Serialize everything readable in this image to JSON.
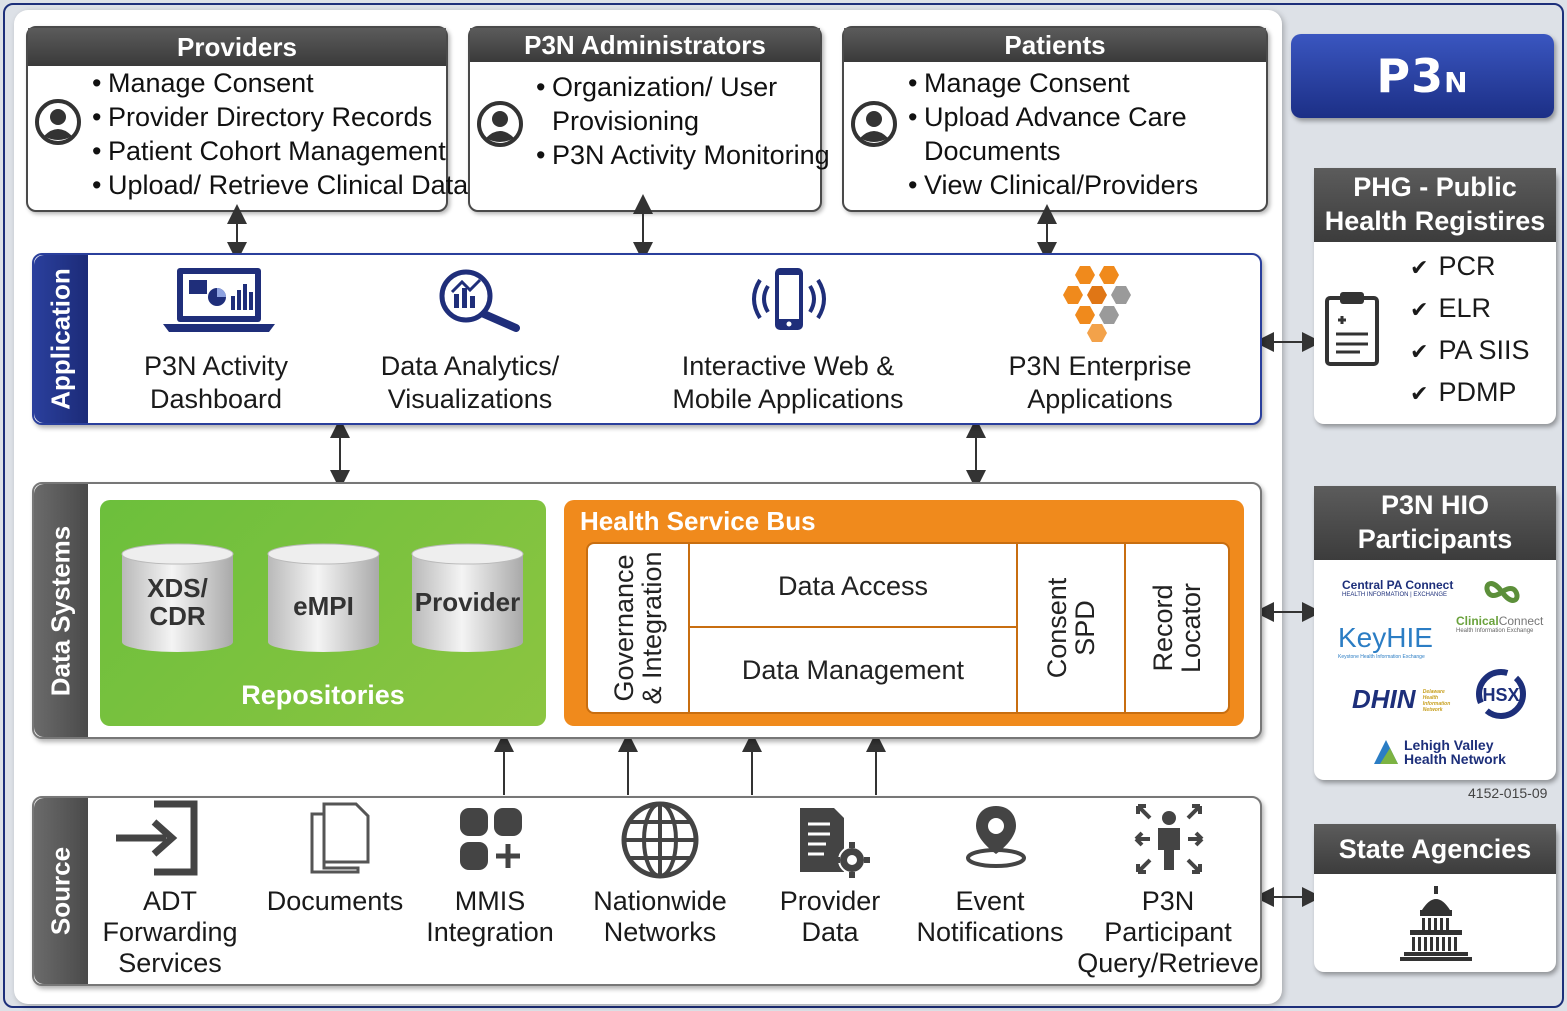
{
  "providers": {
    "title": "Providers",
    "items": [
      "Manage Consent",
      "Provider Directory Records",
      "Patient Cohort Management",
      "Upload/ Retrieve Clinical Data"
    ]
  },
  "administrators": {
    "title": "P3N Administrators",
    "items": [
      "Organization/ User",
      "Provisioning",
      "P3N Activity Monitoring"
    ]
  },
  "patients": {
    "title": "Patients",
    "items": [
      "Manage Consent",
      "Upload Advance Care",
      "Documents",
      "View Clinical/Providers"
    ]
  },
  "application": {
    "tab_label": "Application",
    "items": [
      {
        "line1": "P3N Activity",
        "line2": "Dashboard",
        "icon": "laptop-dashboard-icon"
      },
      {
        "line1": "Data Analytics/",
        "line2": "Visualizations",
        "icon": "analytics-magnifier-icon"
      },
      {
        "line1": "Interactive Web &",
        "line2": "Mobile Applications",
        "icon": "mobile-phone-icon"
      },
      {
        "line1": "P3N Enterprise",
        "line2": "Applications",
        "icon": "hexagon-cluster-icon"
      }
    ]
  },
  "data_systems": {
    "tab_label": "Data Systems",
    "repositories": {
      "title": "Repositories",
      "items": [
        {
          "line1": "XDS/",
          "line2": "CDR"
        },
        {
          "line1": "eMPI",
          "line2": ""
        },
        {
          "line1": "Provider",
          "line2": ""
        }
      ]
    },
    "health_service_bus": {
      "title": "Health Service Bus",
      "governance_line1": "Governance",
      "governance_line2": "& Integration",
      "data_access": "Data Access",
      "data_management": "Data Management",
      "consent_line1": "Consent",
      "consent_line2": "SPD",
      "record_line1": "Record",
      "record_line2": "Locator"
    }
  },
  "source": {
    "tab_label": "Source",
    "items": [
      {
        "lines": [
          "ADT",
          "Forwarding",
          "Services"
        ],
        "icon": "enter-arrow-icon"
      },
      {
        "lines": [
          "Documents"
        ],
        "icon": "documents-icon"
      },
      {
        "lines": [
          "MMIS",
          "Integration"
        ],
        "icon": "integration-blocks-icon"
      },
      {
        "lines": [
          "Nationwide",
          "Networks"
        ],
        "icon": "globe-icon"
      },
      {
        "lines": [
          "Provider",
          "Data"
        ],
        "icon": "document-gear-icon"
      },
      {
        "lines": [
          "Event",
          "Notifications"
        ],
        "icon": "map-pin-icon"
      },
      {
        "lines": [
          "P3N",
          "Participant",
          "Query/Retrieve"
        ],
        "icon": "person-arrows-icon"
      }
    ]
  },
  "logo": {
    "main": "P3",
    "sub": "N"
  },
  "phg": {
    "title_line1": "PHG - Public",
    "title_line2": "Health Registires",
    "items": [
      "PCR",
      "ELR",
      "PA SIIS",
      "PDMP"
    ]
  },
  "hio": {
    "title_line1": "P3N HIO",
    "title_line2": "Participants",
    "logos": {
      "central_pa": "Central PA Connect",
      "central_pa_sub": "HEALTH INFORMATION | EXCHANGE",
      "clinical_connect_a": "Clinical",
      "clinical_connect_b": "Connect",
      "clinical_connect_sub": "Health Information Exchange",
      "keyhie": "KeyHIE",
      "keyhie_sub": "Keystone Health Information Exchange",
      "dhin": "DHIN",
      "dhin_sub": "Delaware Health Information Network",
      "hsx": "HSX",
      "lehigh_line1": "Lehigh Valley",
      "lehigh_line2": "Health Network"
    }
  },
  "figure_id": "4152-015-09",
  "state_agencies": {
    "title": "State Agencies",
    "icon": "capitol-building-icon"
  },
  "colors": {
    "navy": "#1c2b78",
    "green": "#7dc242",
    "orange": "#f08a1c",
    "gray": "#4a4a4a"
  }
}
